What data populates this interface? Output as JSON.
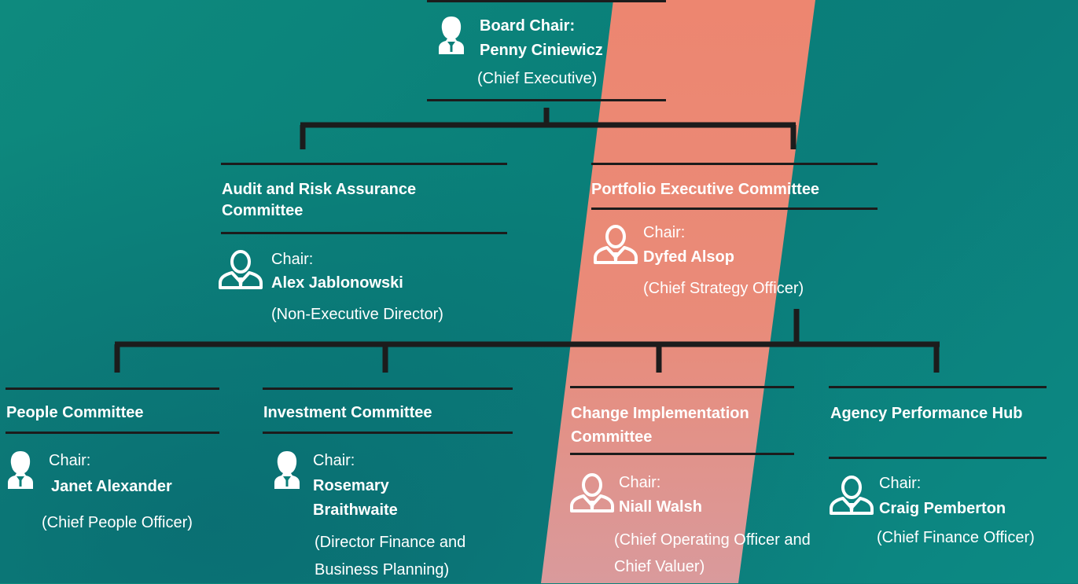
{
  "board": {
    "title_line1": "Board Chair:",
    "title_line2": "Penny Ciniewicz",
    "role": "(Chief Executive)"
  },
  "committees": [
    {
      "title": "Audit and Risk Assurance Committee",
      "chair_label": "Chair:",
      "name": "Alex Jablonowski",
      "role": "(Non-Executive Director)",
      "icon": "male-person-icon"
    },
    {
      "title": "Portfolio Executive Committee",
      "chair_label": "Chair:",
      "name": "Dyfed Alsop",
      "role": "(Chief Strategy Officer)",
      "icon": "male-person-icon"
    },
    {
      "title": "People Committee",
      "chair_label": "Chair:",
      "name": "Janet Alexander",
      "role": "(Chief People Officer)",
      "icon": "female-person-icon"
    },
    {
      "title": "Investment Committee",
      "chair_label": "Chair:",
      "name": "Rosemary Braithwaite",
      "role": "(Director Finance and Business Planning)",
      "icon": "female-person-icon"
    },
    {
      "title": "Change Implementation Committee",
      "chair_label": "Chair:",
      "name": "Niall Walsh",
      "role": "(Chief Operating Officer and Chief Valuer)",
      "icon": "male-person-icon"
    },
    {
      "title": "Agency Performance Hub",
      "chair_label": "Chair:",
      "name": "Craig Pemberton",
      "role": "(Chief Finance Officer)",
      "icon": "male-person-icon"
    }
  ],
  "colors": {
    "background": "#0b7f79",
    "stripe": "#ec8773",
    "connector": "#1c1c1c",
    "text": "#ffffff"
  }
}
